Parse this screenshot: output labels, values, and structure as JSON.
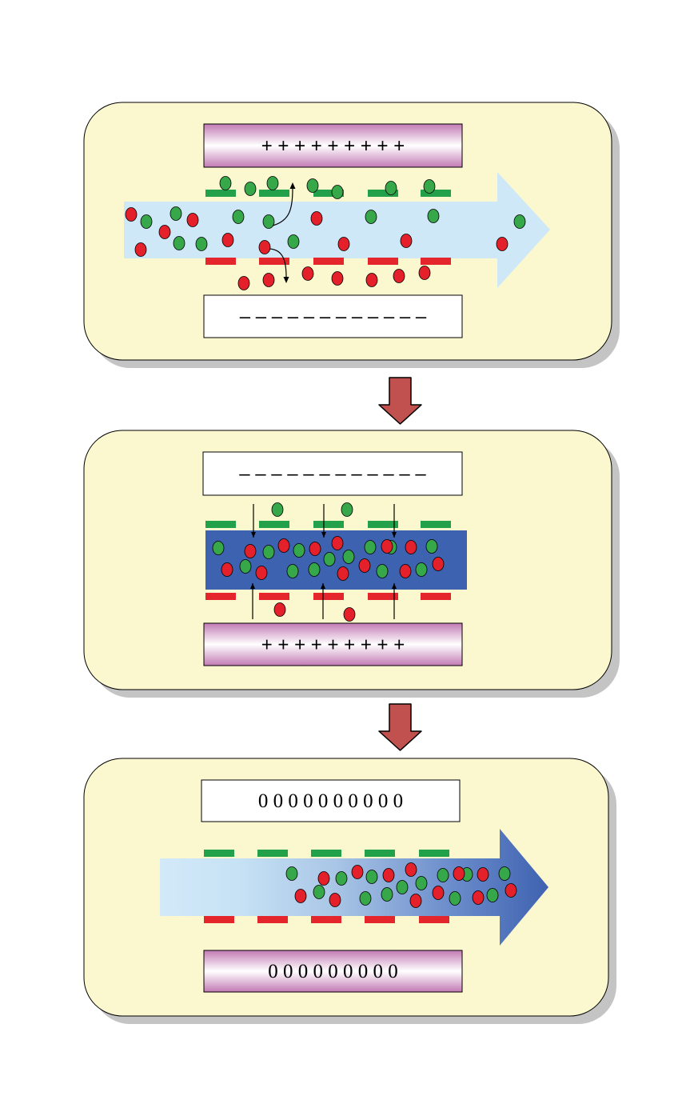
{
  "colors": {
    "panel_fill": "#fbf8cf",
    "panel_shadow": "#c4c4c4",
    "green_particle": "#37a84a",
    "red_particle": "#e4202a",
    "green_strip": "#22a04a",
    "red_strip": "#e4262c",
    "light_flow": "#cfe8f7",
    "dark_flow": "#3d62b0",
    "transition_arrow": "#c1514f",
    "plate_pink": "#c27ab4"
  },
  "icons": {
    "transition": "down-arrow-icon"
  },
  "panels": [
    {
      "stage": 1,
      "top_plate": {
        "style": "pink",
        "text": "+ + + + + + + + +"
      },
      "bottom_plate": {
        "style": "white",
        "text": "– – – – – – – – – – – –"
      },
      "flow": "light-arrow"
    },
    {
      "stage": 2,
      "top_plate": {
        "style": "white",
        "text": "– – – – – – – – – – – –"
      },
      "bottom_plate": {
        "style": "pink",
        "text": "+ + + + + + + + +"
      },
      "flow": "dark-band"
    },
    {
      "stage": 3,
      "top_plate": {
        "style": "white",
        "text": "0 0  0 0  0 0  0 0 0 0"
      },
      "bottom_plate": {
        "style": "pink",
        "text": "0 0  0 0  0 0  0 0 0"
      },
      "flow": "gradient-arrow"
    }
  ]
}
